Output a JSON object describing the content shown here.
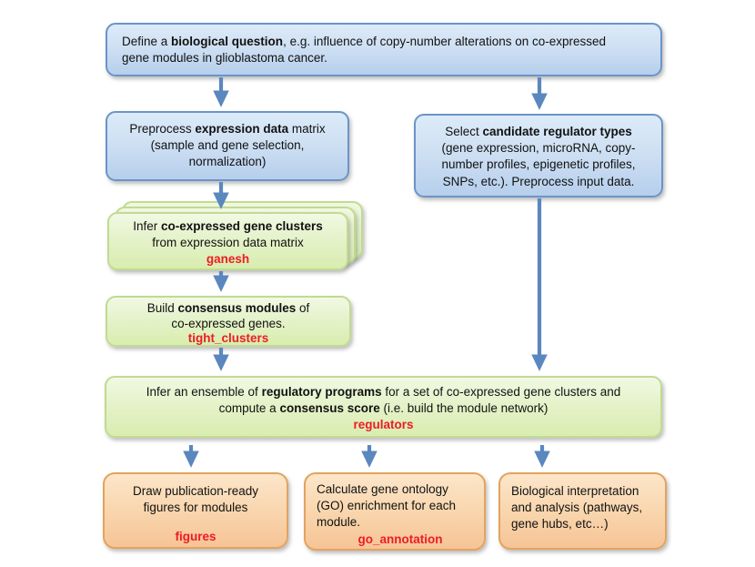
{
  "figure": {
    "title": "module-network workflow diagram",
    "colors": {
      "blue_border": "#6b94c7",
      "blue_fill": "#cfe0f3",
      "green_border": "#c2da93",
      "green_fill": "#e6f3cd",
      "orange_border": "#e3a35f",
      "orange_fill": "#f9d6ae",
      "arrow": "#5b87bf",
      "label_red": "#ee1c24",
      "text": "#111111"
    },
    "boxes": {
      "define_question": {
        "line1_pre": "Define a ",
        "line1_bold": "biological question",
        "line1_post": ", e.g. influence of copy-number alterations on co-expressed",
        "line2": "gene modules in glioblastoma cancer."
      },
      "preprocess_expression": {
        "line1_pre": "Preprocess ",
        "line1_bold": "expression data",
        "line1_post": " matrix",
        "line2": "(sample and gene selection,",
        "line3": "normalization)"
      },
      "select_regulators": {
        "line1_pre": "Select ",
        "line1_bold": "candidate regulator types",
        "line2": "(gene expression, microRNA, copy-",
        "line3": "number profiles, epigenetic profiles,",
        "line4": "SNPs, etc.). Preprocess input data."
      },
      "infer_clusters": {
        "line1_pre": "Infer ",
        "line1_bold": "co-expressed gene clusters",
        "line2": "from expression data matrix",
        "label": "ganesh"
      },
      "build_modules": {
        "line1_pre": "Build ",
        "line1_bold": "consensus modules",
        "line1_post": " of",
        "line2": "co-expressed genes.",
        "label": "tight_clusters"
      },
      "module_network": {
        "line1_pre": "Infer an ensemble of ",
        "line1_bold": "regulatory programs",
        "line1_post": " for a set of co-expressed gene clusters and",
        "line2_pre": "compute a ",
        "line2_bold": "consensus score",
        "line2_post": " (i.e. build the module network)",
        "label": "regulators"
      },
      "draw_figures": {
        "line1": "Draw publication-ready",
        "line2": "figures for modules",
        "label": "figures"
      },
      "go_enrichment": {
        "line1": "Calculate gene ontology",
        "line2": "(GO) enrichment for each",
        "line3": "module.",
        "label": "go_annotation"
      },
      "interpretation": {
        "line1": "Biological interpretation",
        "line2": "and analysis (pathways,",
        "line3": "gene hubs, etc…)"
      }
    }
  }
}
